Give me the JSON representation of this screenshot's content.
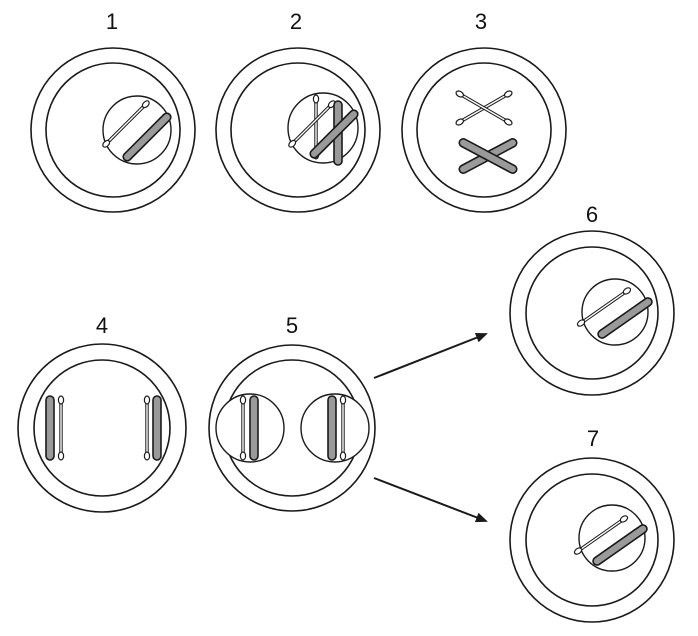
{
  "stages": [
    {
      "label": "1"
    },
    {
      "label": "2"
    },
    {
      "label": "3"
    },
    {
      "label": "4"
    },
    {
      "label": "5"
    },
    {
      "label": "6"
    },
    {
      "label": "7"
    }
  ],
  "colors": {
    "outline": "#1a1a1a",
    "dark_chromatid": "#9a9a9a",
    "light_chromatid": "#ffffff",
    "background": "#ffffff"
  }
}
